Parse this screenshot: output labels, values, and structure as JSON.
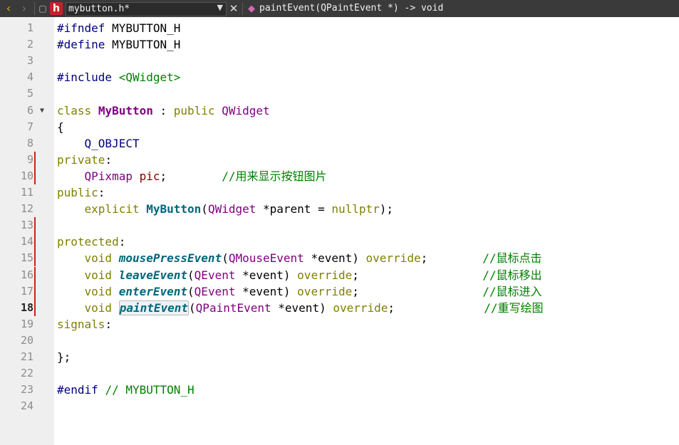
{
  "toolbar": {
    "file_name": "mybutton.h*",
    "file_icon_letter": "h",
    "symbol": "paintEvent(QPaintEvent *) -> void"
  },
  "lines": [
    {
      "n": "1",
      "tokens": [
        {
          "t": "#ifndef",
          "c": "pp"
        },
        {
          "t": " MYBUTTON_H",
          "c": ""
        }
      ]
    },
    {
      "n": "2",
      "tokens": [
        {
          "t": "#define",
          "c": "pp"
        },
        {
          "t": " MYBUTTON_H",
          "c": ""
        }
      ]
    },
    {
      "n": "3",
      "tokens": []
    },
    {
      "n": "4",
      "tokens": [
        {
          "t": "#include",
          "c": "pp"
        },
        {
          "t": " ",
          "c": ""
        },
        {
          "t": "<QWidget>",
          "c": "str"
        }
      ]
    },
    {
      "n": "5",
      "tokens": []
    },
    {
      "n": "6",
      "tokens": [
        {
          "t": "class",
          "c": "kw"
        },
        {
          "t": " ",
          "c": ""
        },
        {
          "t": "MyButton",
          "c": "cls bold"
        },
        {
          "t": " : ",
          "c": ""
        },
        {
          "t": "public",
          "c": "kw"
        },
        {
          "t": " ",
          "c": ""
        },
        {
          "t": "QWidget",
          "c": "cls"
        }
      ]
    },
    {
      "n": "7",
      "tokens": [
        {
          "t": "{",
          "c": ""
        }
      ]
    },
    {
      "n": "8",
      "tokens": [
        {
          "t": "    Q_OBJECT",
          "c": "pp"
        }
      ]
    },
    {
      "n": "9",
      "tokens": [
        {
          "t": "private",
          "c": "kw"
        },
        {
          "t": ":",
          "c": ""
        }
      ]
    },
    {
      "n": "10",
      "tokens": [
        {
          "t": "    ",
          "c": ""
        },
        {
          "t": "QPixmap",
          "c": "cls"
        },
        {
          "t": " ",
          "c": ""
        },
        {
          "t": "pic",
          "c": "mem"
        },
        {
          "t": ";        ",
          "c": ""
        },
        {
          "t": "//用来显示按钮图片",
          "c": "cmt"
        }
      ]
    },
    {
      "n": "11",
      "tokens": [
        {
          "t": "public",
          "c": "kw"
        },
        {
          "t": ":",
          "c": ""
        }
      ]
    },
    {
      "n": "12",
      "tokens": [
        {
          "t": "    ",
          "c": ""
        },
        {
          "t": "explicit",
          "c": "kw"
        },
        {
          "t": " ",
          "c": ""
        },
        {
          "t": "MyButton",
          "c": "func"
        },
        {
          "t": "(",
          "c": ""
        },
        {
          "t": "QWidget",
          "c": "cls"
        },
        {
          "t": " *parent = ",
          "c": ""
        },
        {
          "t": "nullptr",
          "c": "kw"
        },
        {
          "t": ");",
          "c": ""
        }
      ]
    },
    {
      "n": "13",
      "tokens": []
    },
    {
      "n": "14",
      "tokens": [
        {
          "t": "protected",
          "c": "kw"
        },
        {
          "t": ":",
          "c": ""
        }
      ]
    },
    {
      "n": "15",
      "tokens": [
        {
          "t": "    ",
          "c": ""
        },
        {
          "t": "void",
          "c": "kw"
        },
        {
          "t": " ",
          "c": ""
        },
        {
          "t": "mousePressEvent",
          "c": "vfunc"
        },
        {
          "t": "(",
          "c": ""
        },
        {
          "t": "QMouseEvent",
          "c": "cls"
        },
        {
          "t": " *event) ",
          "c": ""
        },
        {
          "t": "override",
          "c": "kw"
        },
        {
          "t": ";        ",
          "c": ""
        },
        {
          "t": "//鼠标点击",
          "c": "cmt"
        }
      ]
    },
    {
      "n": "16",
      "tokens": [
        {
          "t": "    ",
          "c": ""
        },
        {
          "t": "void",
          "c": "kw"
        },
        {
          "t": " ",
          "c": ""
        },
        {
          "t": "leaveEvent",
          "c": "vfunc"
        },
        {
          "t": "(",
          "c": ""
        },
        {
          "t": "QEvent",
          "c": "cls"
        },
        {
          "t": " *event) ",
          "c": ""
        },
        {
          "t": "override",
          "c": "kw"
        },
        {
          "t": ";                  ",
          "c": ""
        },
        {
          "t": "//鼠标移出",
          "c": "cmt"
        }
      ]
    },
    {
      "n": "17",
      "tokens": [
        {
          "t": "    ",
          "c": ""
        },
        {
          "t": "void",
          "c": "kw"
        },
        {
          "t": " ",
          "c": ""
        },
        {
          "t": "enterEvent",
          "c": "vfunc"
        },
        {
          "t": "(",
          "c": ""
        },
        {
          "t": "QEvent",
          "c": "cls"
        },
        {
          "t": " *event) ",
          "c": ""
        },
        {
          "t": "override",
          "c": "kw"
        },
        {
          "t": ";                  ",
          "c": ""
        },
        {
          "t": "//鼠标进入",
          "c": "cmt"
        }
      ]
    },
    {
      "n": "18",
      "tokens": [
        {
          "t": "    ",
          "c": ""
        },
        {
          "t": "void",
          "c": "kw"
        },
        {
          "t": " ",
          "c": ""
        },
        {
          "t": "paintEvent",
          "c": "vfunc hl"
        },
        {
          "t": "(",
          "c": ""
        },
        {
          "t": "QPaintEvent",
          "c": "cls"
        },
        {
          "t": " *event) ",
          "c": ""
        },
        {
          "t": "override",
          "c": "kw"
        },
        {
          "t": ";             ",
          "c": ""
        },
        {
          "t": "//重写绘图",
          "c": "cmt"
        }
      ]
    },
    {
      "n": "19",
      "tokens": [
        {
          "t": "signals",
          "c": "kw"
        },
        {
          "t": ":",
          "c": ""
        }
      ]
    },
    {
      "n": "20",
      "tokens": []
    },
    {
      "n": "21",
      "tokens": [
        {
          "t": "};",
          "c": ""
        }
      ]
    },
    {
      "n": "22",
      "tokens": []
    },
    {
      "n": "23",
      "tokens": [
        {
          "t": "#endif",
          "c": "pp"
        },
        {
          "t": " ",
          "c": ""
        },
        {
          "t": "// MYBUTTON_H",
          "c": "cmt"
        }
      ]
    },
    {
      "n": "24",
      "tokens": []
    }
  ]
}
